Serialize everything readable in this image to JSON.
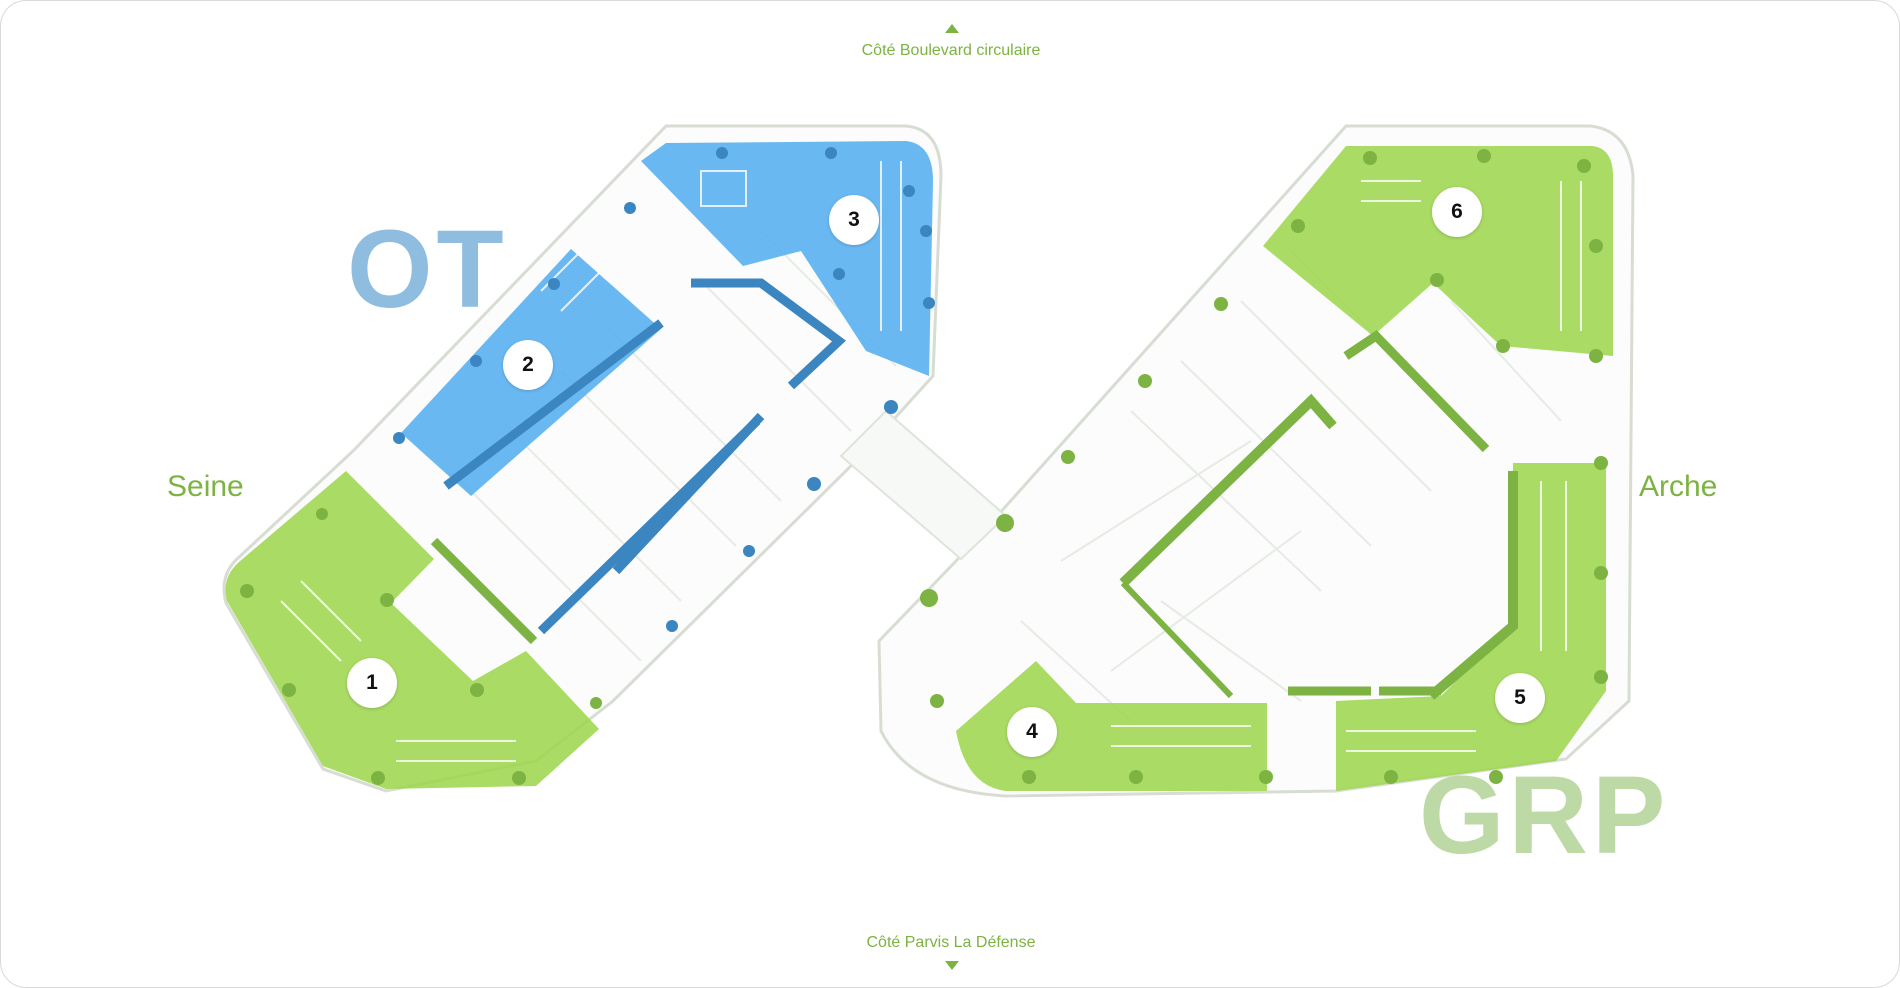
{
  "orientation": {
    "top": "Côté Boulevard circulaire",
    "bottom": "Côté Parvis La Défense",
    "left": "Seine",
    "right": "Arche"
  },
  "companies": {
    "blue": "OT",
    "green": "GRP"
  },
  "zones": [
    {
      "number": "1",
      "company": "GRP"
    },
    {
      "number": "2",
      "company": "OT"
    },
    {
      "number": "3",
      "company": "OT"
    },
    {
      "number": "4",
      "company": "GRP"
    },
    {
      "number": "5",
      "company": "GRP"
    },
    {
      "number": "6",
      "company": "GRP"
    }
  ],
  "colors": {
    "blue_zone": "#5ab0f0",
    "blue_wall": "#3b85c0",
    "green_zone": "#9ed64f",
    "green_wall": "#7cb342",
    "label_green": "#7cb342"
  },
  "icons": {
    "top_arrow": "arrow-up-icon",
    "bottom_arrow": "arrow-down-icon"
  }
}
